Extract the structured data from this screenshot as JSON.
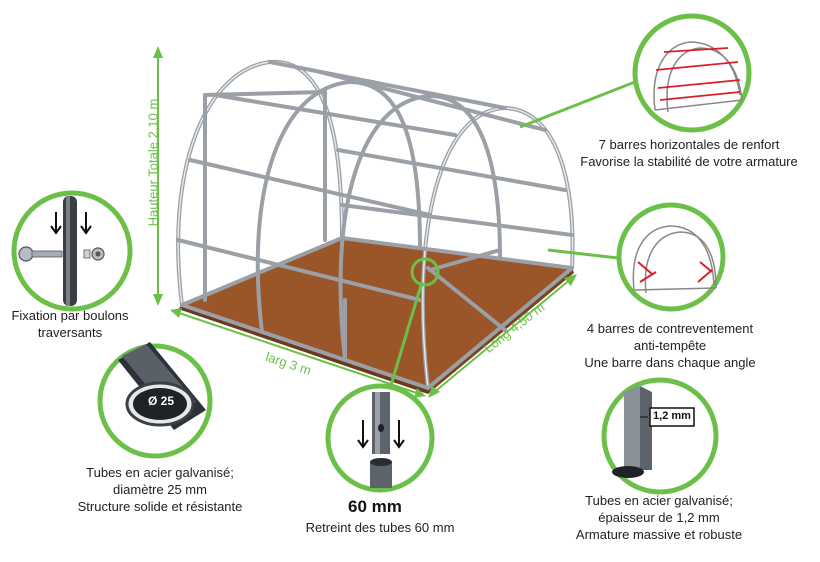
{
  "dimensions": {
    "height": "Hauteur Totale 2,10 m",
    "width": "larg 3 m",
    "length": "Long 4,50 m"
  },
  "features": {
    "horizontal_bars": {
      "line1": "7 barres horizontales de renfort",
      "line2": "Favorise la stabilité de votre armature"
    },
    "bracing_bars": {
      "line1": "4 barres de contreventement",
      "line2": "anti-tempête",
      "line3": "Une barre dans chaque angle"
    },
    "bolts": {
      "line1": "Fixation par boulons",
      "line2": "traversants"
    },
    "tubes_diameter": {
      "badge": "Ø 25",
      "line1": "Tubes en acier galvanisé;",
      "line2": "diamètre 25 mm",
      "line3": "Structure solide et résistante"
    },
    "tube_shrink": {
      "size": "60 mm",
      "line1": "Retreint des tubes 60 mm"
    },
    "thickness": {
      "badge": "1,2 mm",
      "line1": "Tubes en acier galvanisé;",
      "line2": "épaisseur de 1,2 mm",
      "line3": "Armature massive et robuste"
    }
  },
  "colors": {
    "accent_green": "#6cc04a",
    "floor_brown": "#9a5528",
    "frame_grey": "#9aa0a6",
    "highlight_red": "#d8202a"
  }
}
